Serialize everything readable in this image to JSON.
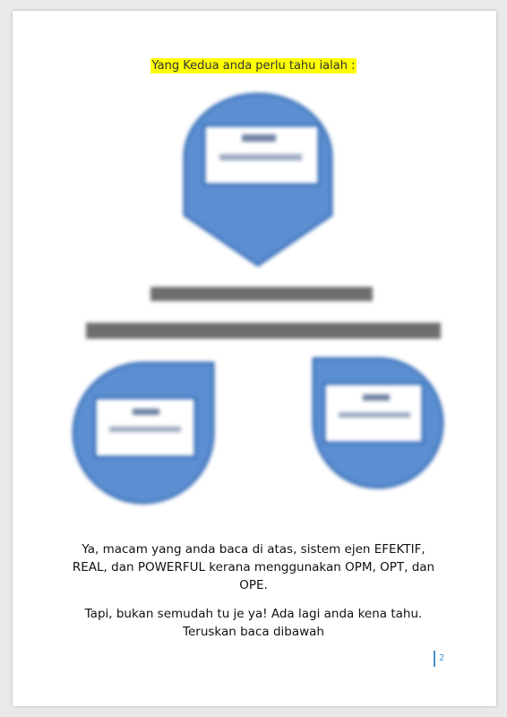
{
  "document": {
    "heading": "Yang Kedua anda perlu tahu ialah :",
    "paragraph_1": "Ya, macam yang anda baca di atas, sistem ejen EFEKTIF, REAL, dan POWERFUL kerana menggunakan OPM, OPT, dan OPE.",
    "paragraph_2": "Tapi, bukan semudah tu je ya! Ada lagi anda kena tahu. Teruskan baca dibawah",
    "page_number": "2"
  },
  "colors": {
    "shape_fill": "#5b8fd1",
    "shape_border": "#3a6fb8",
    "highlight": "#ffff00",
    "page_number": "#4a90c8"
  }
}
